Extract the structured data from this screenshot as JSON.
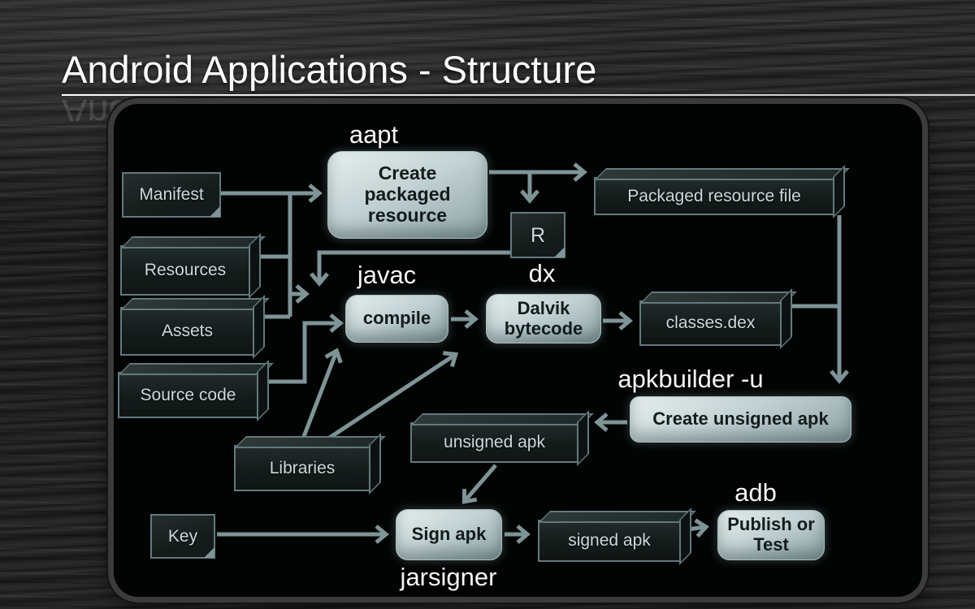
{
  "slide": {
    "title": "Android Applications - Structure"
  },
  "diagram": {
    "tool_labels": {
      "aapt": "aapt",
      "javac": "javac",
      "dx": "dx",
      "apkbuilder": "apkbuilder -u",
      "jarsigner": "jarsigner",
      "adb": "adb"
    },
    "nodes": {
      "manifest": {
        "label": "Manifest",
        "type": "document"
      },
      "resources": {
        "label": "Resources",
        "type": "box3d"
      },
      "assets": {
        "label": "Assets",
        "type": "box3d"
      },
      "source_code": {
        "label": "Source code",
        "type": "box3d"
      },
      "libraries": {
        "label": "Libraries",
        "type": "box3d"
      },
      "create_packaged_resource": {
        "label": "Create packaged resource",
        "type": "process"
      },
      "r_class": {
        "label": "R",
        "type": "document"
      },
      "packaged_resource_file": {
        "label": "Packaged resource file",
        "type": "box3d"
      },
      "compile": {
        "label": "compile",
        "type": "process"
      },
      "dalvik_bytecode": {
        "label": "Dalvik bytecode",
        "type": "process"
      },
      "classes_dex": {
        "label": "classes.dex",
        "type": "box3d"
      },
      "create_unsigned_apk": {
        "label": "Create unsigned apk",
        "type": "process"
      },
      "unsigned_apk": {
        "label": "unsigned apk",
        "type": "box3d"
      },
      "key": {
        "label": "Key",
        "type": "document"
      },
      "sign_apk": {
        "label": "Sign apk",
        "type": "process"
      },
      "signed_apk": {
        "label": "signed apk",
        "type": "box3d"
      },
      "publish_or_test": {
        "label": "Publish or Test",
        "type": "process"
      }
    },
    "edges": [
      {
        "from": "manifest",
        "to": "create_packaged_resource"
      },
      {
        "from": "resources",
        "to": "create_packaged_resource"
      },
      {
        "from": "assets",
        "to": "create_packaged_resource"
      },
      {
        "from": "create_packaged_resource",
        "to": "packaged_resource_file"
      },
      {
        "from": "create_packaged_resource",
        "to": "r_class"
      },
      {
        "from": "r_class",
        "to": "compile"
      },
      {
        "from": "source_code",
        "to": "compile"
      },
      {
        "from": "libraries",
        "to": "compile"
      },
      {
        "from": "libraries",
        "to": "dalvik_bytecode"
      },
      {
        "from": "compile",
        "to": "dalvik_bytecode"
      },
      {
        "from": "dalvik_bytecode",
        "to": "classes_dex"
      },
      {
        "from": "packaged_resource_file",
        "to": "create_unsigned_apk"
      },
      {
        "from": "classes_dex",
        "to": "create_unsigned_apk"
      },
      {
        "from": "create_unsigned_apk",
        "to": "unsigned_apk"
      },
      {
        "from": "unsigned_apk",
        "to": "sign_apk"
      },
      {
        "from": "key",
        "to": "sign_apk"
      },
      {
        "from": "sign_apk",
        "to": "signed_apk"
      },
      {
        "from": "signed_apk",
        "to": "publish_or_test"
      }
    ],
    "palette": {
      "background_wood": "#252525",
      "panel_fill": "#020404",
      "panel_border": "#3b3b3b",
      "connector": "#7e9497",
      "box_border": "#64797c",
      "dark_box_fill": "#18211f",
      "dark_box_text": "#ccd8d9",
      "process_fill_light": "#e6eeee",
      "process_fill_dark": "#8ca1a4",
      "process_text": "#131b1c",
      "tool_label_text": "#f5f5f5",
      "title_text": "#fcfcfc"
    }
  }
}
